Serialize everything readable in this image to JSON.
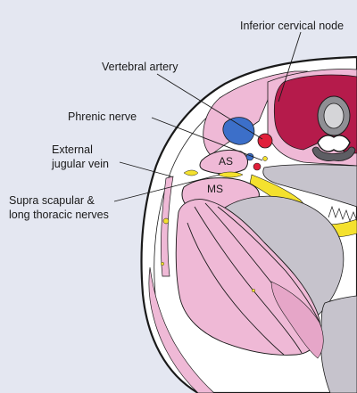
{
  "labels": {
    "inferior_cervical_node": "Inferior cervical node",
    "vertebral_artery": "Vertebral artery",
    "phrenic_nerve": "Phrenic nerve",
    "external_jugular_vein_line1": "External",
    "external_jugular_vein_line2": "jugular vein",
    "suprascapular_line1": "Supra scapular &",
    "suprascapular_line2": "long thoracic nerves",
    "as": "AS",
    "ms": "MS"
  },
  "colors": {
    "background": "#e4e7f1",
    "skin_fill": "#ffffff",
    "muscle": "#efb9d6",
    "muscle_dark": "#e6a6c8",
    "bone": "#c6c3cc",
    "artery_red": "#e01f3a",
    "vein_blue": "#3c6fc9",
    "nerve_yellow": "#f4e12e",
    "node_crimson": "#b51b4b",
    "vertebra_grey": "#8f8f94",
    "outline": "#1a1a1a"
  }
}
